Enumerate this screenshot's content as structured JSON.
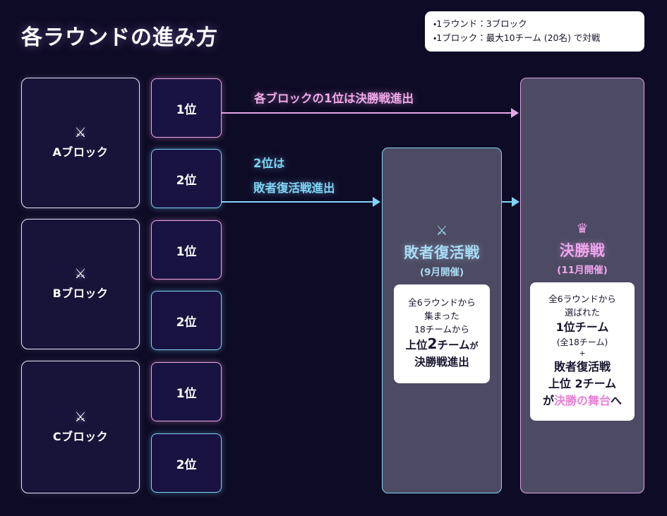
{
  "page": {
    "title": "各ラウンドの進み方",
    "bg_color": "#0e0b26",
    "panel_color": "#4d4a63",
    "pink": "#e9a3e8",
    "blue": "#7fd4f5"
  },
  "info_box": {
    "lines": [
      "・1ラウンド：3ブロック",
      "・1ブロック：最大10チーム (20名) で対戦"
    ]
  },
  "blocks": [
    {
      "label": "Aブロック",
      "icon": "crossed-swords-icon",
      "icon_glyph": "⚔"
    },
    {
      "label": "Bブロック",
      "icon": "crossed-swords-icon",
      "icon_glyph": "⚔"
    },
    {
      "label": "Cブロック",
      "icon": "crossed-swords-icon",
      "icon_glyph": "⚔"
    }
  ],
  "ranks": [
    {
      "label": "1位",
      "rank": 1
    },
    {
      "label": "2位",
      "rank": 2
    },
    {
      "label": "1位",
      "rank": 1
    },
    {
      "label": "2位",
      "rank": 2
    },
    {
      "label": "1位",
      "rank": 1
    },
    {
      "label": "2位",
      "rank": 2
    }
  ],
  "connectors": {
    "first_place": {
      "label": "各ブロックの1位は決勝戦進出",
      "color": "#f0a9ea"
    },
    "second_place": {
      "line1": "2位は",
      "line2": "敗者復活戦進出",
      "color": "#7fd4f5"
    }
  },
  "losers_stage": {
    "icon": "crossed-swords-icon",
    "icon_glyph": "⚔",
    "title": "敗者復活戦",
    "subtitle": "(9月開催)",
    "note": {
      "line1": "全6ラウンドから",
      "line2": "集まった",
      "line3": "18チームから",
      "line4_prefix": "上位",
      "line4_num": "2",
      "line4_mid": "チーム",
      "line4_suffix": "が",
      "line5": "決勝戦進出"
    }
  },
  "finals_stage": {
    "icon": "crown-icon",
    "icon_glyph": "♛",
    "title": "決勝戦",
    "subtitle": "(11月開催)",
    "note": {
      "line1": "全6ラウンドから",
      "line2": "選ばれた",
      "line3": "1位チーム",
      "line4": "(全18チーム)",
      "line5": "+",
      "line6": "敗者復活戦",
      "line7": "上位 2チーム",
      "line8_prefix": "が",
      "line8_accent": "決勝の舞台",
      "line8_suffix": "へ"
    }
  }
}
